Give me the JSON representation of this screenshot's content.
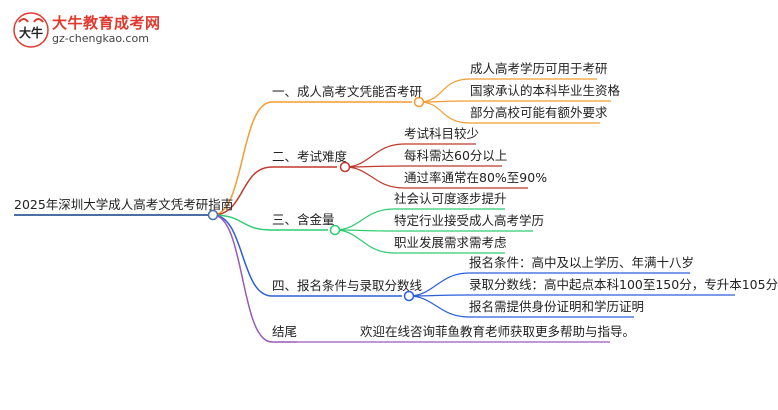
{
  "header": {
    "brand": "大牛教育成考网",
    "url": "gz-chengkao.com",
    "logo_glyph": "大牛"
  },
  "colors": {
    "orange": "#f39c34",
    "red": "#c0392b",
    "green": "#2ecc71",
    "blue": "#2b5fd9",
    "purple": "#9b59b6",
    "root": "#4a6fa5"
  },
  "mindmap": {
    "root": "2025年深圳大学成人高考文凭考研指南",
    "branches": [
      {
        "label": "一、成人高考文凭能否考研",
        "children": [
          "成人高考学历可用于考研",
          "国家承认的本科毕业生资格",
          "部分高校可能有额外要求"
        ]
      },
      {
        "label": "二、考试难度",
        "children": [
          "考试科目较少",
          "每科需达60分以上",
          "通过率通常在80%至90%"
        ]
      },
      {
        "label": "三、含金量",
        "children": [
          "社会认可度逐步提升",
          "特定行业接受成人高考学历",
          "职业发展需求需考虑"
        ]
      },
      {
        "label": "四、报名条件与录取分数线",
        "children": [
          "报名条件：高中及以上学历、年满十八岁",
          "录取分数线：高中起点本科100至150分，专升本105分",
          "报名需提供身份证明和学历证明"
        ]
      },
      {
        "label": "结尾",
        "children": [
          "欢迎在线咨询菲鱼教育老师获取更多帮助与指导。"
        ]
      }
    ]
  }
}
